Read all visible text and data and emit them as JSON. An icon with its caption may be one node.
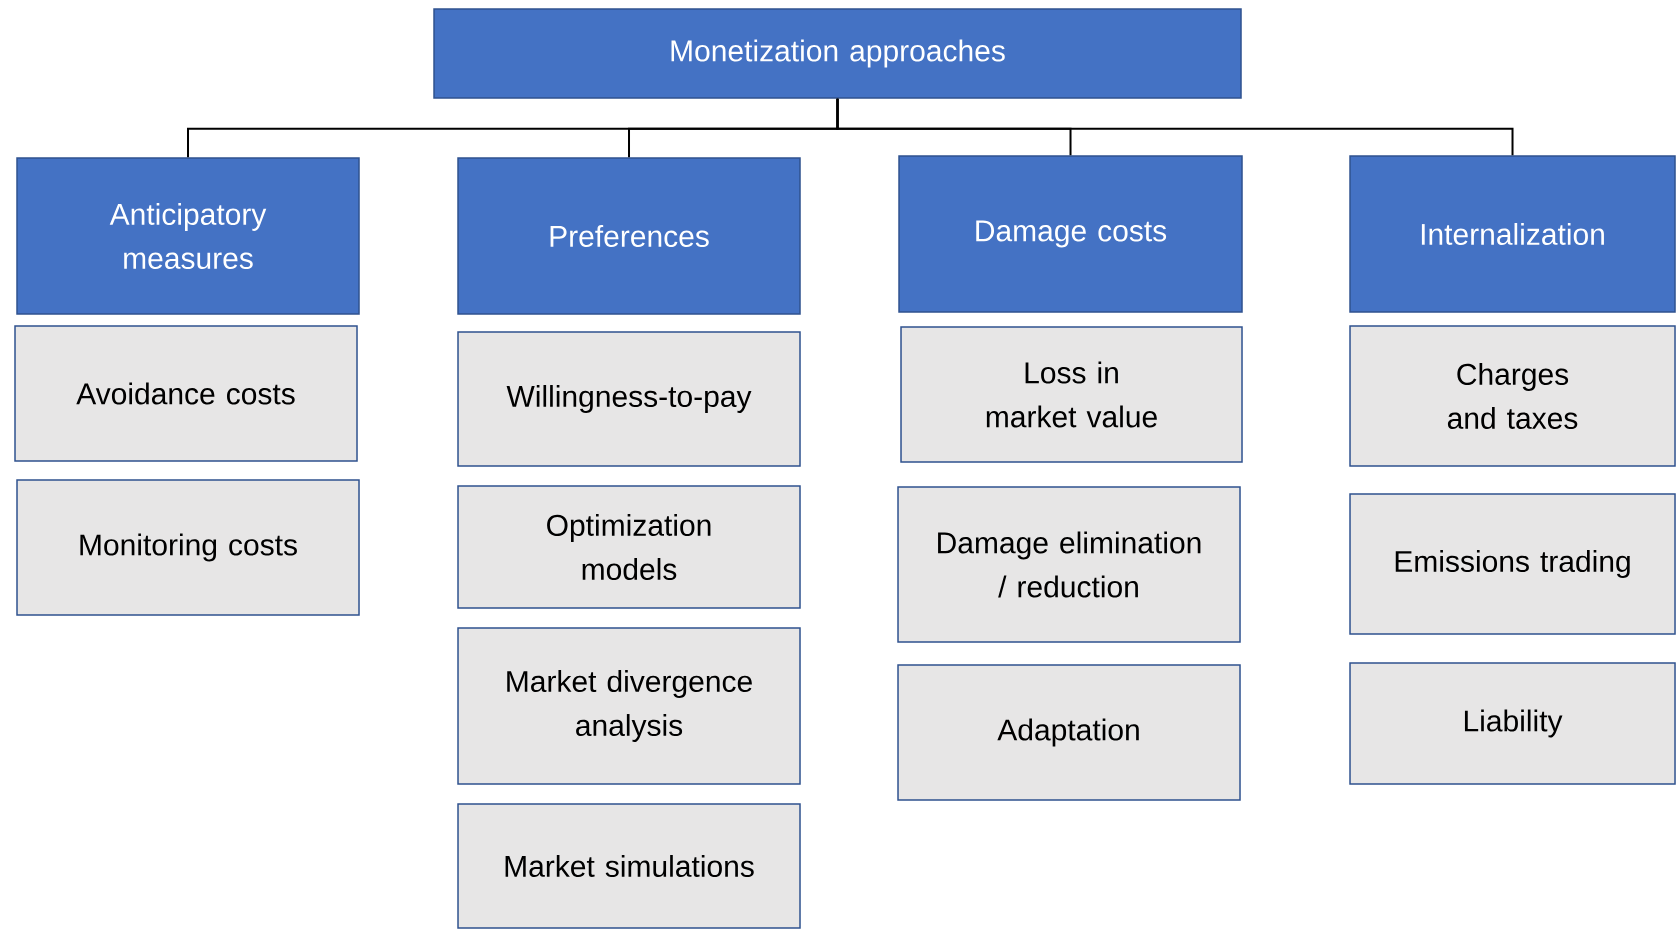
{
  "diagram": {
    "nodes": [
      {
        "text": [
          "Monetization approaches"
        ]
      },
      {
        "text": [
          "Anticipatory measures"
        ]
      },
      {
        "text": [
          "Preferences"
        ]
      },
      {
        "text": [
          "Damage costs"
        ]
      },
      {
        "text": [
          "Internalization"
        ]
      },
      {
        "text": [
          "Avoidance costs"
        ]
      },
      {
        "text": [
          "Monitoring costs"
        ]
      },
      {
        "text": [
          "Willingness-to-pay"
        ]
      },
      {
        "text": [
          "Optimization models"
        ]
      },
      {
        "text": [
          "Market divergence analysis"
        ]
      },
      {
        "text": [
          "Market simulations"
        ]
      },
      {
        "text": [
          "Loss in market value"
        ]
      },
      {
        "text": [
          "Damage elimination / reduction"
        ]
      },
      {
        "text": [
          "Adaptation"
        ]
      },
      {
        "text": [
          "Charges and taxes"
        ]
      },
      {
        "text": [
          "Emissions trading"
        ]
      },
      {
        "text": [
          "Liability"
        ]
      }
    ],
    "edges": [
      {
        "from": 0,
        "to": 1,
        "arrow": "none"
      },
      {
        "from": 0,
        "to": 2,
        "arrow": "none"
      },
      {
        "from": 0,
        "to": 3,
        "arrow": "none"
      },
      {
        "from": 0,
        "to": 4,
        "arrow": "none"
      }
    ]
  }
}
